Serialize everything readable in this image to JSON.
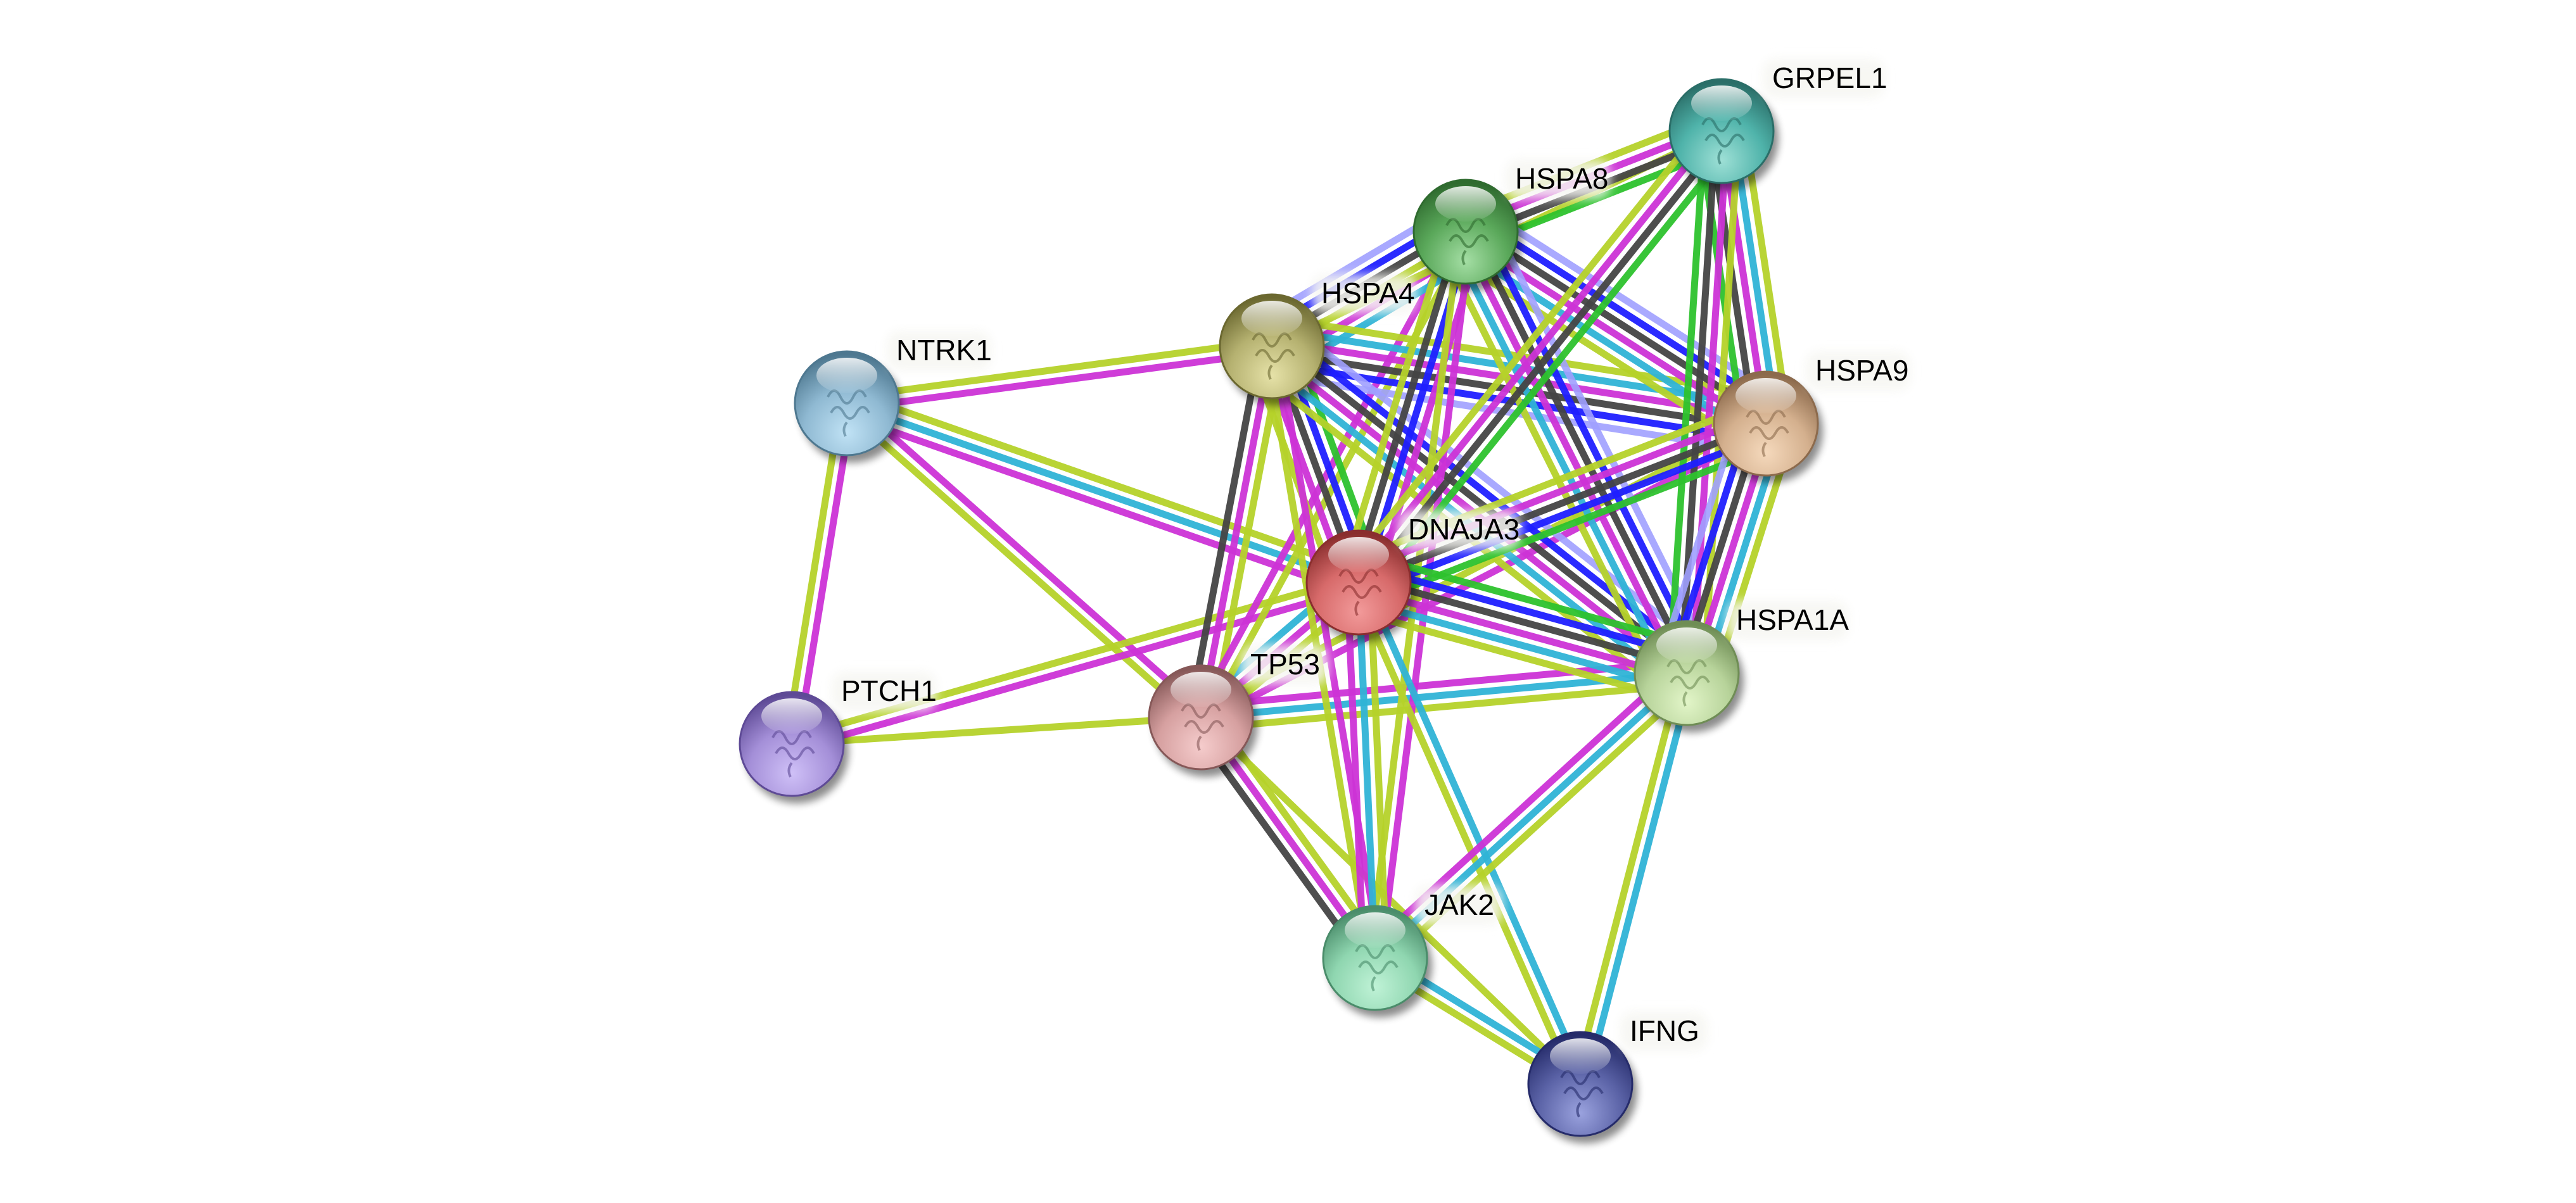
{
  "title": "STRING protein interaction network",
  "evidence_colors": {
    "neighborhood": "#2dc22d",
    "cooccurrence": "#1f1fff",
    "coexpression": "#444444",
    "experiments": "#cc33d6",
    "databases": "#2fb3d6",
    "textmining": "#b5d22a",
    "homology": "#a0a0ff"
  },
  "nodes": [
    {
      "id": "GRPEL1",
      "label": "GRPEL1",
      "color": "#4fb3aa",
      "dark": "#2a6e68",
      "light": "#9ee0d6"
    },
    {
      "id": "HSPA8",
      "label": "HSPA8",
      "color": "#5aa85a",
      "dark": "#2f6b2f",
      "light": "#a4dea4"
    },
    {
      "id": "HSPA4",
      "label": "HSPA4",
      "color": "#b5b170",
      "dark": "#6b6830",
      "light": "#e6e2a8"
    },
    {
      "id": "HSPA9",
      "label": "HSPA9",
      "color": "#d4b08e",
      "dark": "#8c6a4c",
      "light": "#f5d9bc"
    },
    {
      "id": "NTRK1",
      "label": "NTRK1",
      "color": "#8fb9d2",
      "dark": "#4e7890",
      "light": "#c0e2f5"
    },
    {
      "id": "DNAJA3",
      "label": "DNAJA3",
      "color": "#d76a6a",
      "dark": "#8a2e2e",
      "light": "#f29a9a"
    },
    {
      "id": "HSPA1A",
      "label": "HSPA1A",
      "color": "#b7d39a",
      "dark": "#6f8d55",
      "light": "#e2f5c8"
    },
    {
      "id": "TP53",
      "label": "TP53",
      "color": "#d6a0a0",
      "dark": "#865858",
      "light": "#f5cccc"
    },
    {
      "id": "PTCH1",
      "label": "PTCH1",
      "color": "#a48fd8",
      "dark": "#5e4a96",
      "light": "#cfc0f7"
    },
    {
      "id": "JAK2",
      "label": "JAK2",
      "color": "#8fd6b0",
      "dark": "#4a8c6a",
      "light": "#bff2d6"
    },
    {
      "id": "IFNG",
      "label": "IFNG",
      "color": "#5a62a6",
      "dark": "#252b6a",
      "light": "#9aa2de"
    }
  ],
  "edges": [
    {
      "a": "NTRK1",
      "b": "HSPA4",
      "evidence": [
        "textmining",
        "experiments"
      ]
    },
    {
      "a": "NTRK1",
      "b": "DNAJA3",
      "evidence": [
        "textmining",
        "databases",
        "experiments"
      ]
    },
    {
      "a": "NTRK1",
      "b": "TP53",
      "evidence": [
        "experiments",
        "textmining"
      ]
    },
    {
      "a": "NTRK1",
      "b": "PTCH1",
      "evidence": [
        "experiments",
        "textmining"
      ]
    },
    {
      "a": "PTCH1",
      "b": "TP53",
      "evidence": [
        "textmining"
      ]
    },
    {
      "a": "PTCH1",
      "b": "DNAJA3",
      "evidence": [
        "textmining",
        "experiments"
      ]
    },
    {
      "a": "TP53",
      "b": "HSPA4",
      "evidence": [
        "coexpression",
        "experiments",
        "textmining"
      ]
    },
    {
      "a": "TP53",
      "b": "DNAJA3",
      "evidence": [
        "databases",
        "experiments",
        "textmining"
      ]
    },
    {
      "a": "TP53",
      "b": "HSPA1A",
      "evidence": [
        "experiments",
        "databases",
        "textmining"
      ]
    },
    {
      "a": "TP53",
      "b": "HSPA9",
      "evidence": [
        "textmining",
        "experiments"
      ]
    },
    {
      "a": "TP53",
      "b": "HSPA8",
      "evidence": [
        "experiments",
        "textmining"
      ]
    },
    {
      "a": "TP53",
      "b": "JAK2",
      "evidence": [
        "textmining",
        "experiments",
        "coexpression"
      ]
    },
    {
      "a": "TP53",
      "b": "IFNG",
      "evidence": [
        "textmining"
      ]
    },
    {
      "a": "HSPA4",
      "b": "HSPA8",
      "evidence": [
        "homology",
        "cooccurrence",
        "coexpression",
        "textmining",
        "experiments",
        "databases"
      ]
    },
    {
      "a": "HSPA4",
      "b": "DNAJA3",
      "evidence": [
        "neighborhood",
        "cooccurrence",
        "coexpression",
        "experiments",
        "textmining"
      ]
    },
    {
      "a": "HSPA4",
      "b": "HSPA9",
      "evidence": [
        "textmining",
        "databases",
        "experiments",
        "coexpression",
        "cooccurrence",
        "homology"
      ]
    },
    {
      "a": "HSPA4",
      "b": "HSPA1A",
      "evidence": [
        "homology",
        "cooccurrence",
        "coexpression",
        "experiments",
        "databases",
        "textmining"
      ]
    },
    {
      "a": "HSPA4",
      "b": "JAK2",
      "evidence": [
        "experiments",
        "textmining"
      ]
    },
    {
      "a": "HSPA4",
      "b": "GRPEL1",
      "evidence": [
        "textmining"
      ]
    },
    {
      "a": "HSPA8",
      "b": "GRPEL1",
      "evidence": [
        "textmining",
        "experiments",
        "coexpression",
        "neighborhood"
      ]
    },
    {
      "a": "HSPA8",
      "b": "DNAJA3",
      "evidence": [
        "experiments",
        "cooccurrence",
        "coexpression",
        "textmining"
      ]
    },
    {
      "a": "HSPA8",
      "b": "HSPA9",
      "evidence": [
        "homology",
        "cooccurrence",
        "coexpression",
        "experiments",
        "databases",
        "textmining"
      ]
    },
    {
      "a": "HSPA8",
      "b": "HSPA1A",
      "evidence": [
        "homology",
        "cooccurrence",
        "coexpression",
        "experiments",
        "databases",
        "textmining"
      ]
    },
    {
      "a": "HSPA8",
      "b": "JAK2",
      "evidence": [
        "experiments",
        "textmining"
      ]
    },
    {
      "a": "GRPEL1",
      "b": "HSPA9",
      "evidence": [
        "textmining",
        "databases",
        "experiments",
        "coexpression",
        "neighborhood"
      ]
    },
    {
      "a": "GRPEL1",
      "b": "HSPA1A",
      "evidence": [
        "textmining",
        "experiments",
        "coexpression",
        "neighborhood"
      ]
    },
    {
      "a": "GRPEL1",
      "b": "DNAJA3",
      "evidence": [
        "neighborhood",
        "coexpression",
        "experiments",
        "textmining"
      ]
    },
    {
      "a": "HSPA9",
      "b": "DNAJA3",
      "evidence": [
        "neighborhood",
        "cooccurrence",
        "coexpression",
        "experiments",
        "textmining"
      ]
    },
    {
      "a": "HSPA9",
      "b": "HSPA1A",
      "evidence": [
        "textmining",
        "databases",
        "experiments",
        "coexpression",
        "cooccurrence",
        "homology"
      ]
    },
    {
      "a": "DNAJA3",
      "b": "HSPA1A",
      "evidence": [
        "neighborhood",
        "cooccurrence",
        "coexpression",
        "experiments",
        "databases",
        "textmining"
      ]
    },
    {
      "a": "DNAJA3",
      "b": "JAK2",
      "evidence": [
        "textmining",
        "databases",
        "experiments"
      ]
    },
    {
      "a": "DNAJA3",
      "b": "IFNG",
      "evidence": [
        "databases",
        "textmining"
      ]
    },
    {
      "a": "HSPA1A",
      "b": "JAK2",
      "evidence": [
        "textmining",
        "databases",
        "experiments"
      ]
    },
    {
      "a": "HSPA1A",
      "b": "IFNG",
      "evidence": [
        "databases",
        "textmining"
      ]
    },
    {
      "a": "JAK2",
      "b": "IFNG",
      "evidence": [
        "databases",
        "textmining"
      ]
    }
  ]
}
